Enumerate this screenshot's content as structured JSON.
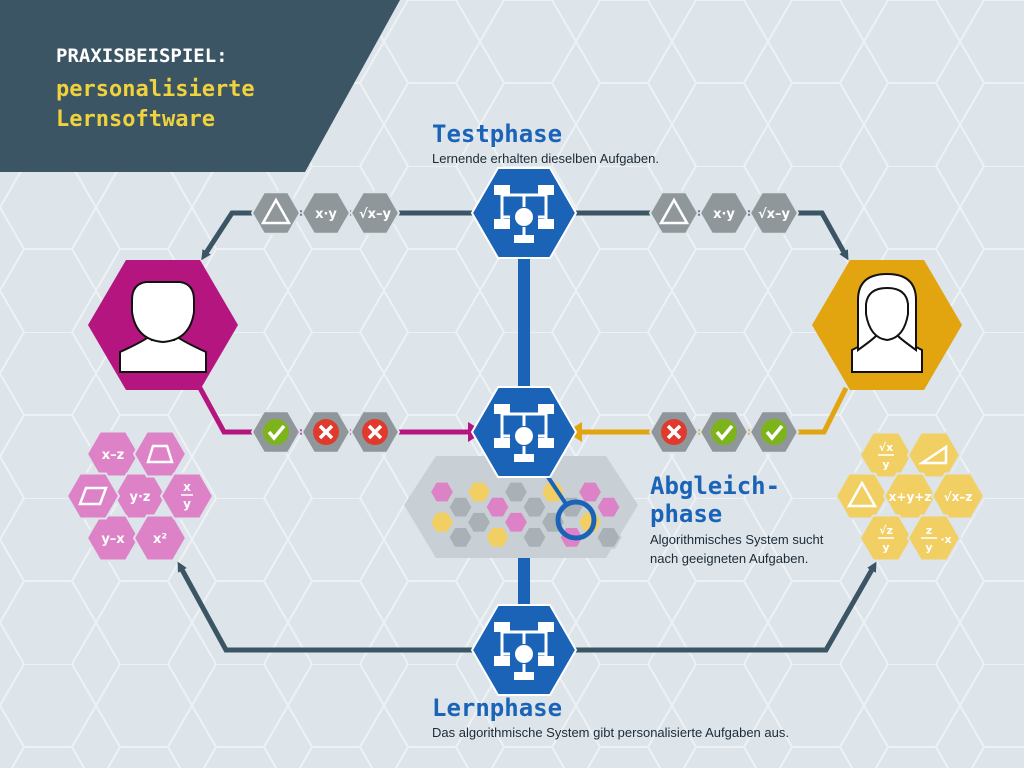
{
  "banner": {
    "line1": "PRAXISBEISPIEL:",
    "line2": "personalisierte",
    "line3": "Lernsoftware"
  },
  "testphase": {
    "title": "Testphase",
    "desc": "Lernende erhalten dieselben Aufgaben."
  },
  "abgleich": {
    "title1": "Abgleich-",
    "title2": "phase",
    "desc1": "Algorithmisches System sucht",
    "desc2": "nach geeigneten Aufgaben."
  },
  "lernphase": {
    "title": "Lernphase",
    "desc": "Das algorithmische System gibt personalisierte Aufgaben aus."
  },
  "task_tokens": {
    "left": [
      "x·y",
      "√x–y"
    ],
    "right": [
      "x·y",
      "√x–y"
    ]
  },
  "results": {
    "left": [
      "correct",
      "wrong",
      "wrong"
    ],
    "right": [
      "wrong",
      "correct",
      "correct"
    ]
  },
  "pink_tasks": [
    "x–z",
    "y·z",
    "y–x",
    "x²"
  ],
  "pink_fraction": {
    "num": "x",
    "den": "y"
  },
  "yellow_tasks": [
    "x+y+z",
    "√x–z"
  ],
  "yellow_fracs": [
    {
      "num": "√x",
      "den": "y"
    },
    {
      "num": "√z",
      "den": "y"
    },
    {
      "num": "z",
      "den": "y",
      "suffix": "·x"
    }
  ],
  "colors": {
    "banner_bg": "#3b5565",
    "banner_accent": "#f0d23c",
    "blue": "#1a63b6",
    "title_blue": "#1a63b6",
    "magenta": "#b5157f",
    "gold": "#e2a40f",
    "gray_hex": "#8f979b",
    "arrow": "#3b5565",
    "correct": "#7db41b",
    "wrong": "#e03a2e",
    "pink_light": "#de82c8",
    "yellow_light": "#f2cf62"
  }
}
